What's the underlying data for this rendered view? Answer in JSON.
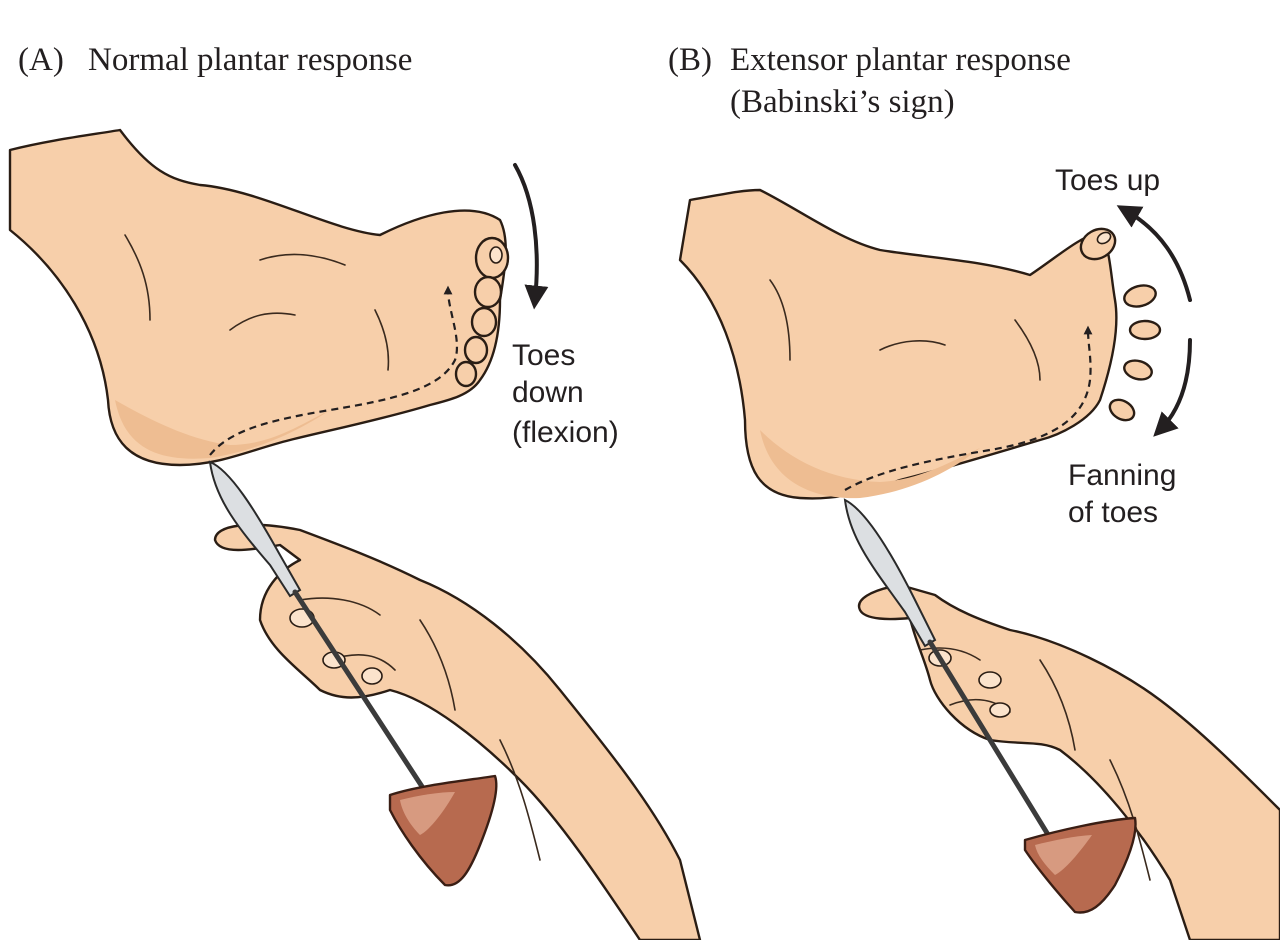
{
  "panel_a": {
    "letter": "(A)",
    "title": "Normal plantar response",
    "annotation_lines": [
      "Toes",
      "down",
      "(flexion)"
    ]
  },
  "panel_b": {
    "letter": "(B)",
    "title_line1": "Extensor plantar response",
    "title_line2": "(Babinski’s sign)",
    "toes_up_label": "Toes up",
    "fanning_lines": [
      "Fanning",
      "of toes"
    ]
  },
  "colors": {
    "skin": "#f7cfaa",
    "outline": "#2a1d14",
    "hammer": "#b76a4f",
    "blade": "#dcdfe2"
  }
}
